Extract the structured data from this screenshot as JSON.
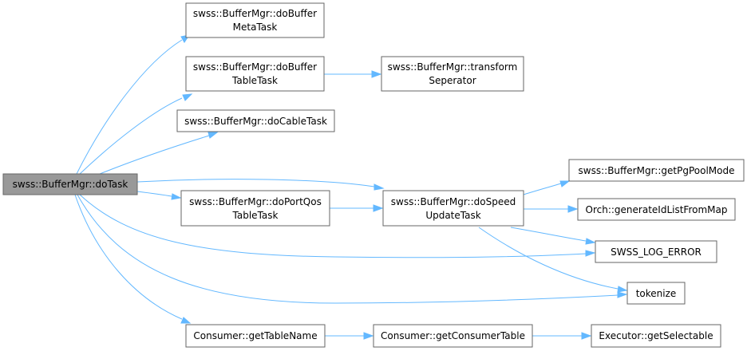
{
  "nodes": {
    "root": {
      "lines": [
        "swss::BufferMgr::doTask"
      ]
    },
    "meta": {
      "lines": [
        "swss::BufferMgr::doBuffer",
        "MetaTask"
      ]
    },
    "table": {
      "lines": [
        "swss::BufferMgr::doBuffer",
        "TableTask"
      ]
    },
    "transform": {
      "lines": [
        "swss::BufferMgr::transform",
        "Seperator"
      ]
    },
    "cable": {
      "lines": [
        "swss::BufferMgr::doCableTask"
      ]
    },
    "portqos": {
      "lines": [
        "swss::BufferMgr::doPortQos",
        "TableTask"
      ]
    },
    "speed": {
      "lines": [
        "swss::BufferMgr::doSpeed",
        "UpdateTask"
      ]
    },
    "pgpool": {
      "lines": [
        "swss::BufferMgr::getPgPoolMode"
      ]
    },
    "genid": {
      "lines": [
        "Orch::generateIdListFromMap"
      ]
    },
    "logerr": {
      "lines": [
        "SWSS_LOG_ERROR"
      ]
    },
    "tokenize": {
      "lines": [
        "tokenize"
      ]
    },
    "tablename": {
      "lines": [
        "Consumer::getTableName"
      ]
    },
    "consumertable": {
      "lines": [
        "Consumer::getConsumerTable"
      ]
    },
    "selectable": {
      "lines": [
        "Executor::getSelectable"
      ]
    }
  },
  "edges": [
    {
      "from": "root",
      "to": "meta"
    },
    {
      "from": "root",
      "to": "table"
    },
    {
      "from": "root",
      "to": "cable"
    },
    {
      "from": "root",
      "to": "portqos"
    },
    {
      "from": "root",
      "to": "speed"
    },
    {
      "from": "root",
      "to": "logerr"
    },
    {
      "from": "root",
      "to": "tokenize"
    },
    {
      "from": "root",
      "to": "tablename"
    },
    {
      "from": "table",
      "to": "transform"
    },
    {
      "from": "portqos",
      "to": "speed"
    },
    {
      "from": "speed",
      "to": "pgpool"
    },
    {
      "from": "speed",
      "to": "genid"
    },
    {
      "from": "speed",
      "to": "logerr"
    },
    {
      "from": "speed",
      "to": "tokenize"
    },
    {
      "from": "tablename",
      "to": "consumertable"
    },
    {
      "from": "consumertable",
      "to": "selectable"
    }
  ],
  "colors": {
    "edge": "#63b8ff",
    "root_fill": "#999999",
    "node_fill": "#ffffff",
    "node_stroke": "#666666"
  }
}
